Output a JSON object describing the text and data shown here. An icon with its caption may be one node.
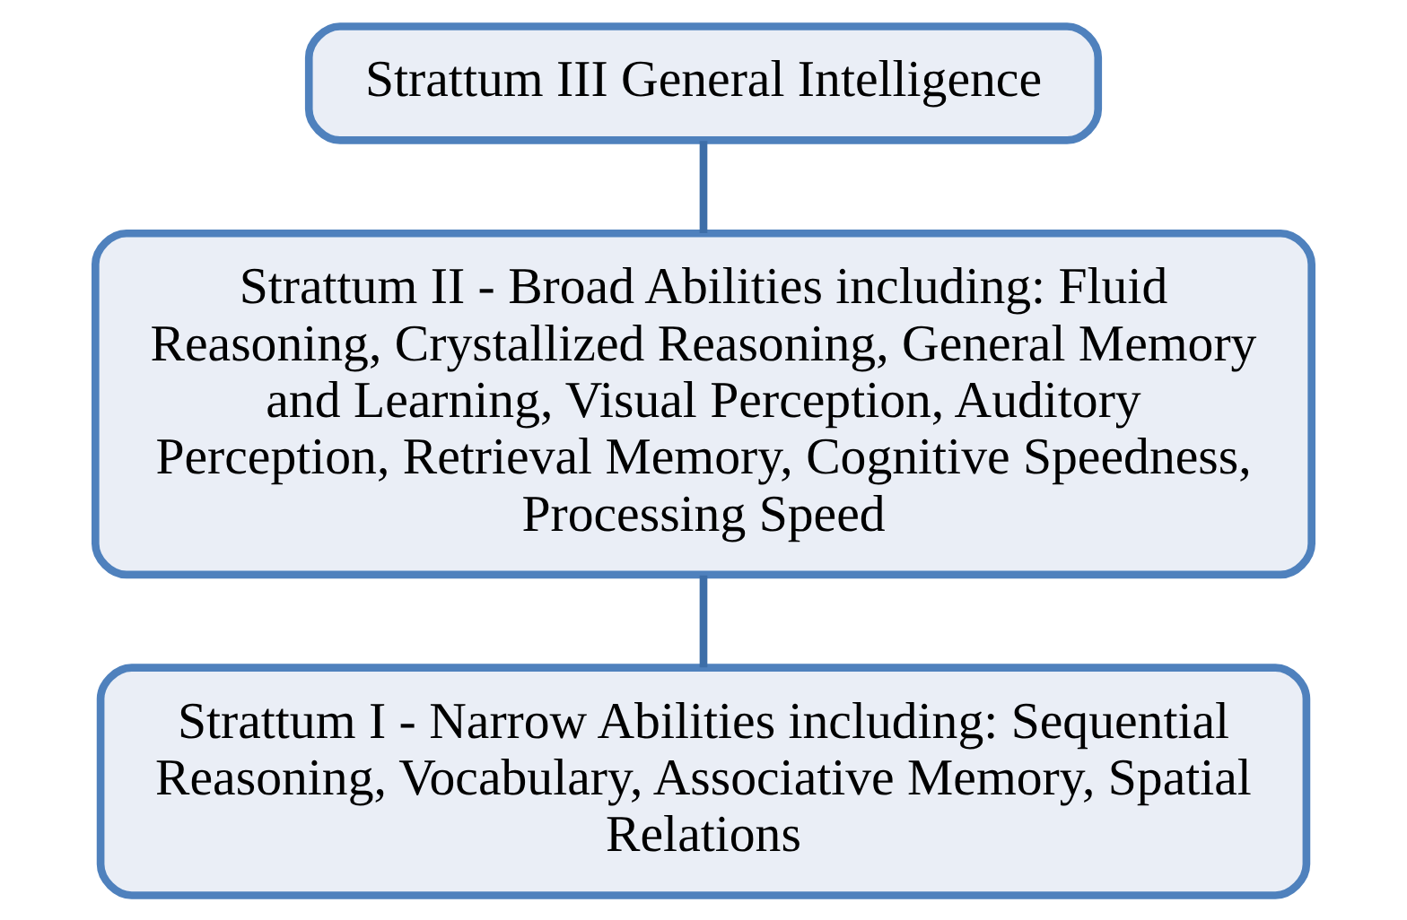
{
  "diagram": {
    "nodes": [
      {
        "text": [
          "Strattum III General Intelligence"
        ]
      },
      {
        "text": [
          "Strattum II - Broad Abilities including: Fluid Reasoning, Crystallized Reasoning, General Memory and Learning, Visual Perception, Auditory Perception, Retrieval Memory, Cognitive Speedness, Processing Speed"
        ]
      },
      {
        "text": [
          "Strattum I - Narrow Abilities including: Sequential Reasoning, Vocabulary, Associative Memory, Spatial Relations"
        ]
      }
    ],
    "edges": [
      {
        "from": 0,
        "to": 1,
        "arrow": "none"
      },
      {
        "from": 1,
        "to": 2,
        "arrow": "none"
      }
    ]
  }
}
